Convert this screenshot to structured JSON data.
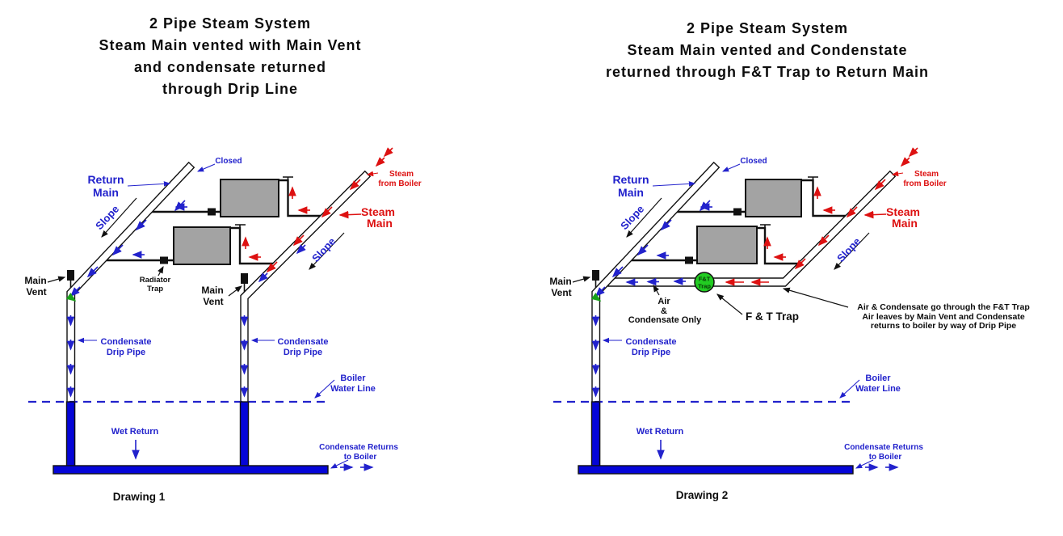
{
  "colors": {
    "label_blue": "#2222cc",
    "label_red": "#dd1111",
    "pipe_fill_blue": "#0505d8",
    "radiator_gray": "#a3a3a3",
    "trap_green": "#22cc22",
    "ink": "#111111"
  },
  "drawing1": {
    "title": [
      "2 Pipe Steam System",
      "Steam Main vented with Main Vent",
      "and condensate returned",
      "through Drip Line"
    ],
    "caption": "Drawing 1",
    "labels": {
      "closed": "Closed",
      "return_main": [
        "Return",
        "Main"
      ],
      "slope_return": "Slope",
      "slope_steam": "Slope",
      "main_vent_left": [
        "Main",
        "Vent"
      ],
      "main_vent_mid": [
        "Main",
        "Vent"
      ],
      "radiator_trap": [
        "Radiator",
        "Trap"
      ],
      "steam_from_boiler": [
        "Steam",
        "from Boiler"
      ],
      "steam_main": [
        "Steam",
        "Main"
      ],
      "condensate_drip_left": [
        "Condensate",
        "Drip Pipe"
      ],
      "condensate_drip_right": [
        "Condensate",
        "Drip Pipe"
      ],
      "boiler_water_line": [
        "Boiler",
        "Water Line"
      ],
      "wet_return": "Wet Return",
      "condensate_returns": [
        "Condensate Returns",
        "to Boiler"
      ]
    }
  },
  "drawing2": {
    "title": [
      "2 Pipe Steam System",
      "Steam Main vented and Condenstate",
      "returned through F&T Trap to Return Main"
    ],
    "caption": "Drawing 2",
    "labels": {
      "closed": "Closed",
      "return_main": [
        "Return",
        "Main"
      ],
      "slope_return": "Slope",
      "slope_steam": "Slope",
      "main_vent": [
        "Main",
        "Vent"
      ],
      "steam_from_boiler": [
        "Steam",
        "from Boiler"
      ],
      "steam_main": [
        "Steam",
        "Main"
      ],
      "ft_trap_circle": [
        "F&T",
        "Trap"
      ],
      "ft_trap_label": "F & T Trap",
      "air_condensate": [
        "Air",
        "&",
        "Condensate Only"
      ],
      "condensate_drip": [
        "Condensate",
        "Drip Pipe"
      ],
      "boiler_water_line": [
        "Boiler",
        "Water Line"
      ],
      "wet_return": "Wet Return",
      "condensate_returns": [
        "Condensate Returns",
        "to Boiler"
      ],
      "annotation": [
        "Air & Condensate go through the F&T Trap",
        "Air leaves by Main Vent and Condensate",
        "returns to boiler by way of Drip Pipe"
      ]
    }
  }
}
